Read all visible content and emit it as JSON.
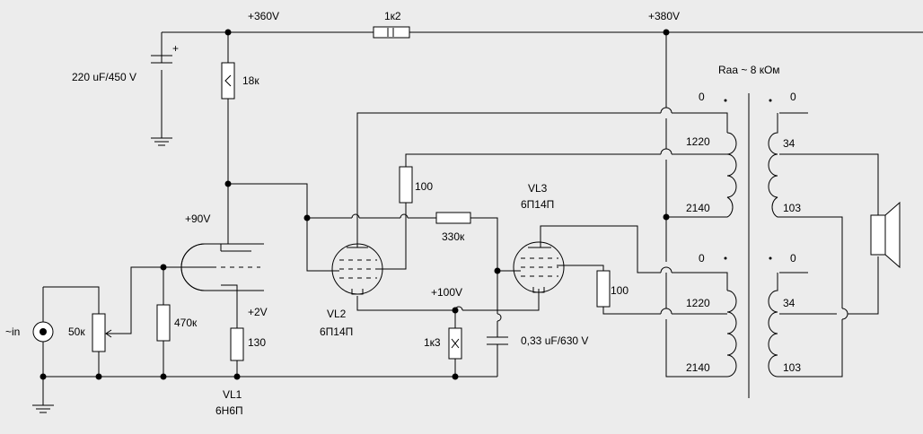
{
  "labels": {
    "v360": "+360V",
    "r_1k2": "1к2",
    "v380": "+380V",
    "cap_main": "220 uF/450 V",
    "plus": "+",
    "r_18k": "18к",
    "raa": "Raa ~ 8 кОм",
    "r100_top": "100",
    "vl3": "VL3",
    "vl3_type": "6П14П",
    "v90": "+90V",
    "r_330k": "330к",
    "r_50k": "50к",
    "r_470k": "470к",
    "in": "~in",
    "v100": "+100V",
    "v2": "+2V",
    "vl2": "VL2",
    "vl2_type": "6П14П",
    "r_130": "130",
    "r_1k3": "1к3",
    "cap_033": "0,33 uF/630 V",
    "r100_right": "100",
    "vl1": "VL1",
    "vl1_type": "6Н6П",
    "t1_p0": "0",
    "t1_p1220": "1220",
    "t1_p2140": "2140",
    "t1_s0": "0",
    "t1_s34": "34",
    "t1_s103": "103",
    "t2_p0": "0",
    "t2_p1220": "1220",
    "t2_p2140": "2140",
    "t2_s0": "0",
    "t2_s34": "34",
    "t2_s103": "103"
  }
}
